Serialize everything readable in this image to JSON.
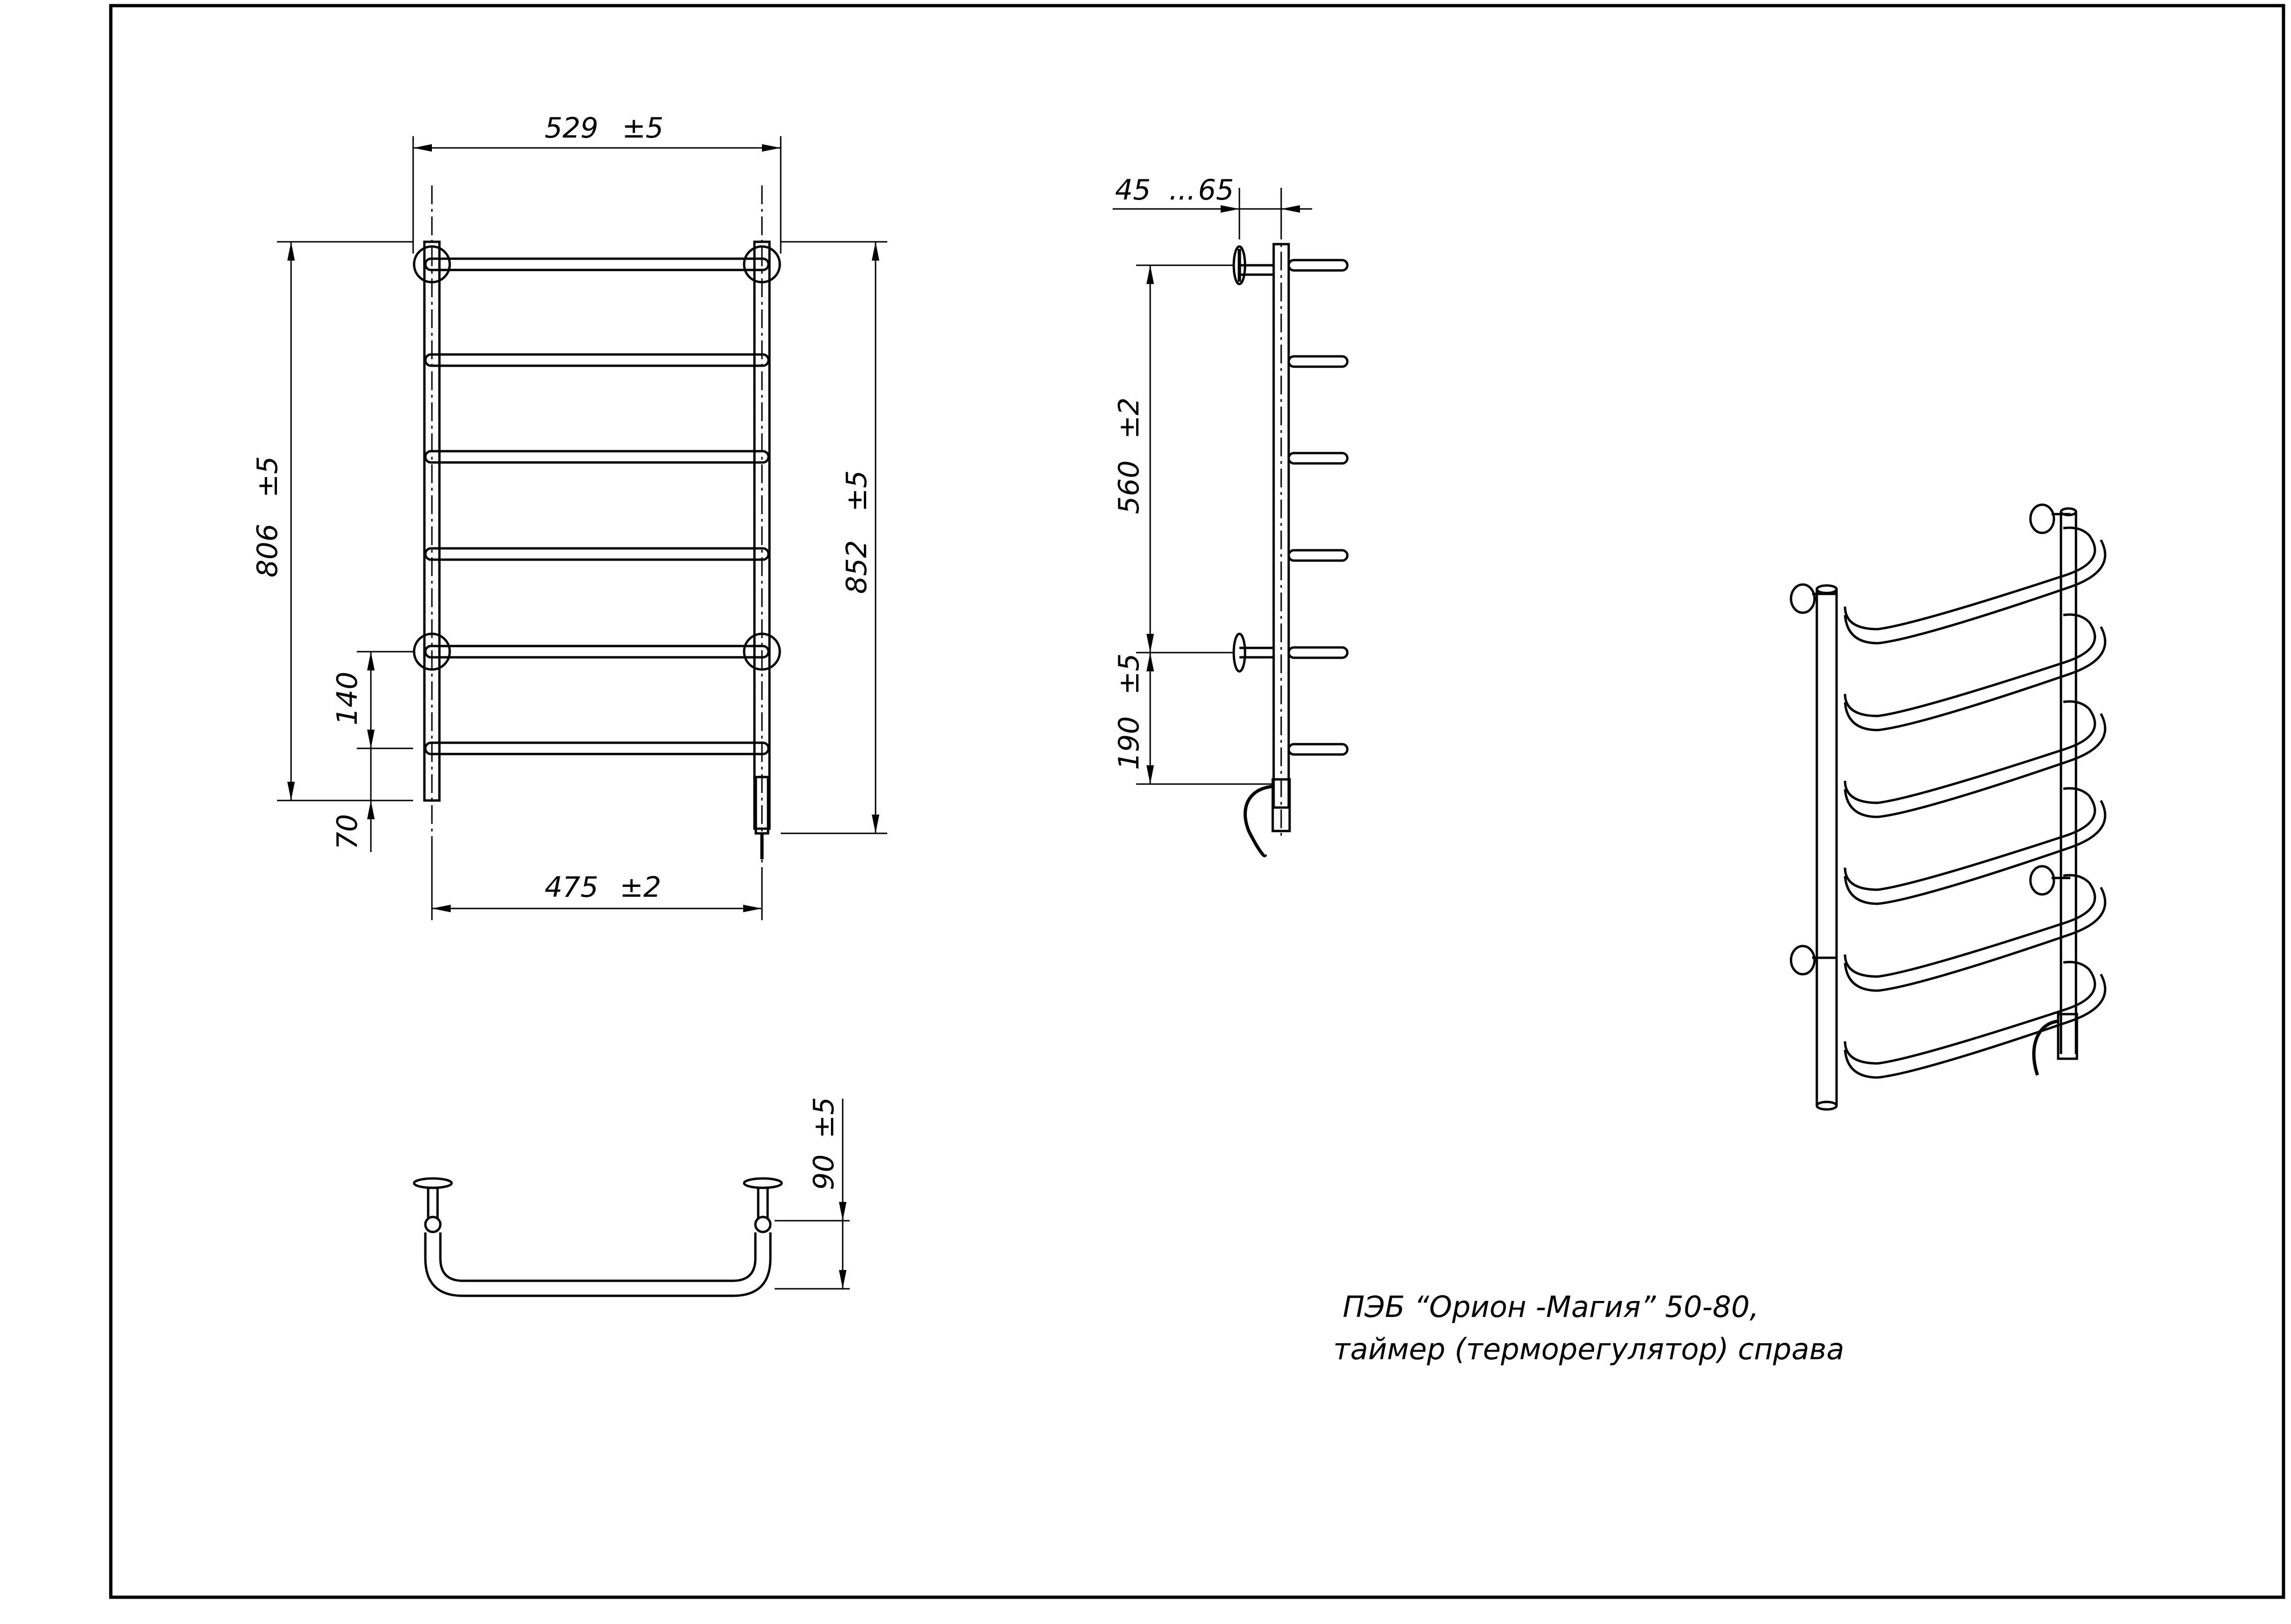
{
  "dimensions": {
    "top_width": "529",
    "top_width_tol": "±5",
    "bottom_width": "475",
    "bottom_width_tol": "±2",
    "left_height": "806",
    "left_height_tol": "±5",
    "right_height": "852",
    "right_height_tol": "±5",
    "lower_spacing": "140",
    "bottom_offset": "70",
    "wall_gap_min": "45",
    "wall_gap_sep": "...",
    "wall_gap_max": "65",
    "mount_spacing": "560",
    "mount_spacing_tol": "±2",
    "lower_mount": "190",
    "lower_mount_tol": "±5",
    "depth": "90",
    "depth_tol": "±5"
  },
  "caption": {
    "line1": "ПЭБ “Орион -Магия”  50-80,",
    "line2": "таймер (терморегулятор) справа"
  }
}
